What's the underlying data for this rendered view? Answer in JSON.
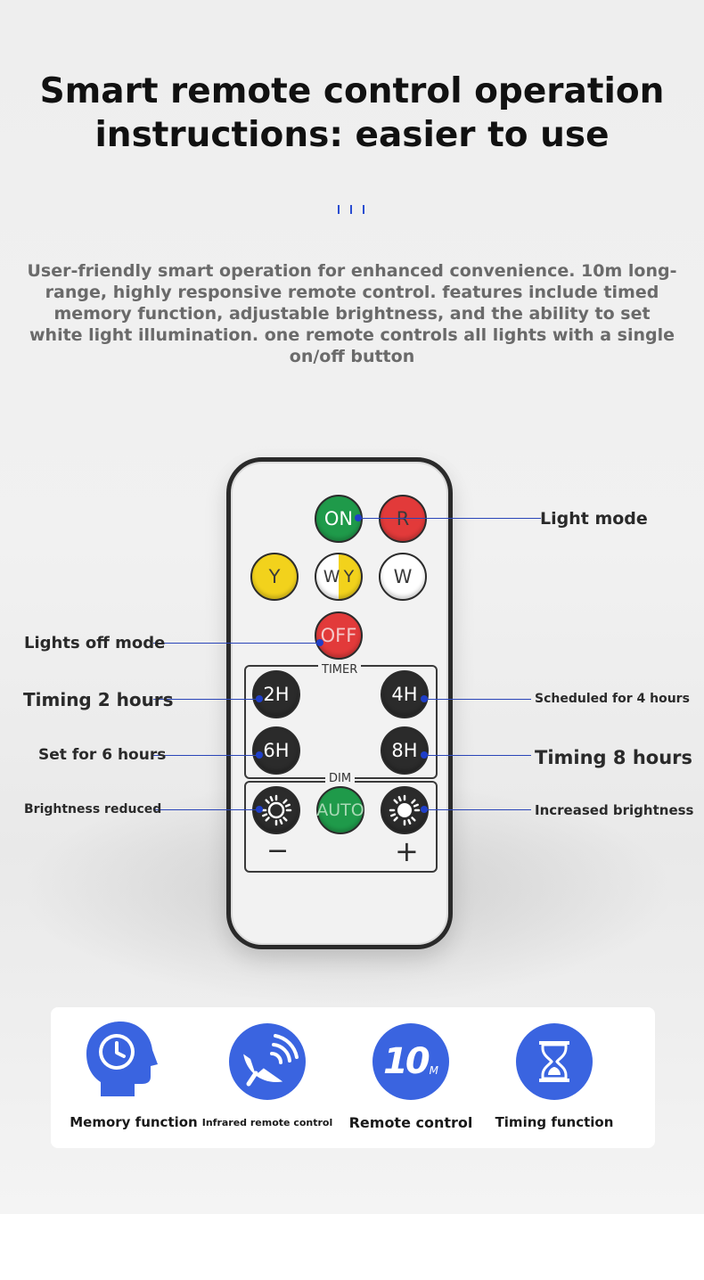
{
  "title": "Smart remote control operation instructions: easier to use",
  "description": "User-friendly smart operation for enhanced convenience. 10m long-range, highly responsive remote control. features include timed memory function, adjustable brightness, and the ability to set white light illumination. one remote controls all lights with a single on/off button",
  "remote": {
    "on": "ON",
    "r": "R",
    "y": "Y",
    "wy_w": "W",
    "wy_y": "Y",
    "w": "W",
    "off": "OFF",
    "timer_label": "TIMER",
    "h2": "2H",
    "h4": "4H",
    "h6": "6H",
    "h8": "8H",
    "dim_label": "DIM",
    "auto": "AUTO",
    "minus": "−",
    "plus": "+"
  },
  "callouts": {
    "light_mode": "Light mode",
    "lights_off": "Lights off mode",
    "timing_2": "Timing 2 hours",
    "scheduled_4": "Scheduled for 4 hours",
    "set_6": "Set for 6 hours",
    "timing_8": "Timing 8 hours",
    "brightness_reduced": "Brightness reduced",
    "increased_brightness": "Increased brightness"
  },
  "features": [
    {
      "label": "Memory function",
      "icon": "head-clock-icon"
    },
    {
      "label": "Infrared remote control",
      "icon": "satellite-dish-icon"
    },
    {
      "label": "Remote control",
      "icon": "ten-meter-icon",
      "badge_number": "10",
      "badge_unit": "M"
    },
    {
      "label": "Timing function",
      "icon": "hourglass-icon"
    }
  ],
  "colors": {
    "accent_blue": "#3a64e0",
    "on_green": "#1f9a4a",
    "red": "#e23a3a",
    "yellow": "#f2d21c",
    "line_blue": "#2a45b8"
  }
}
